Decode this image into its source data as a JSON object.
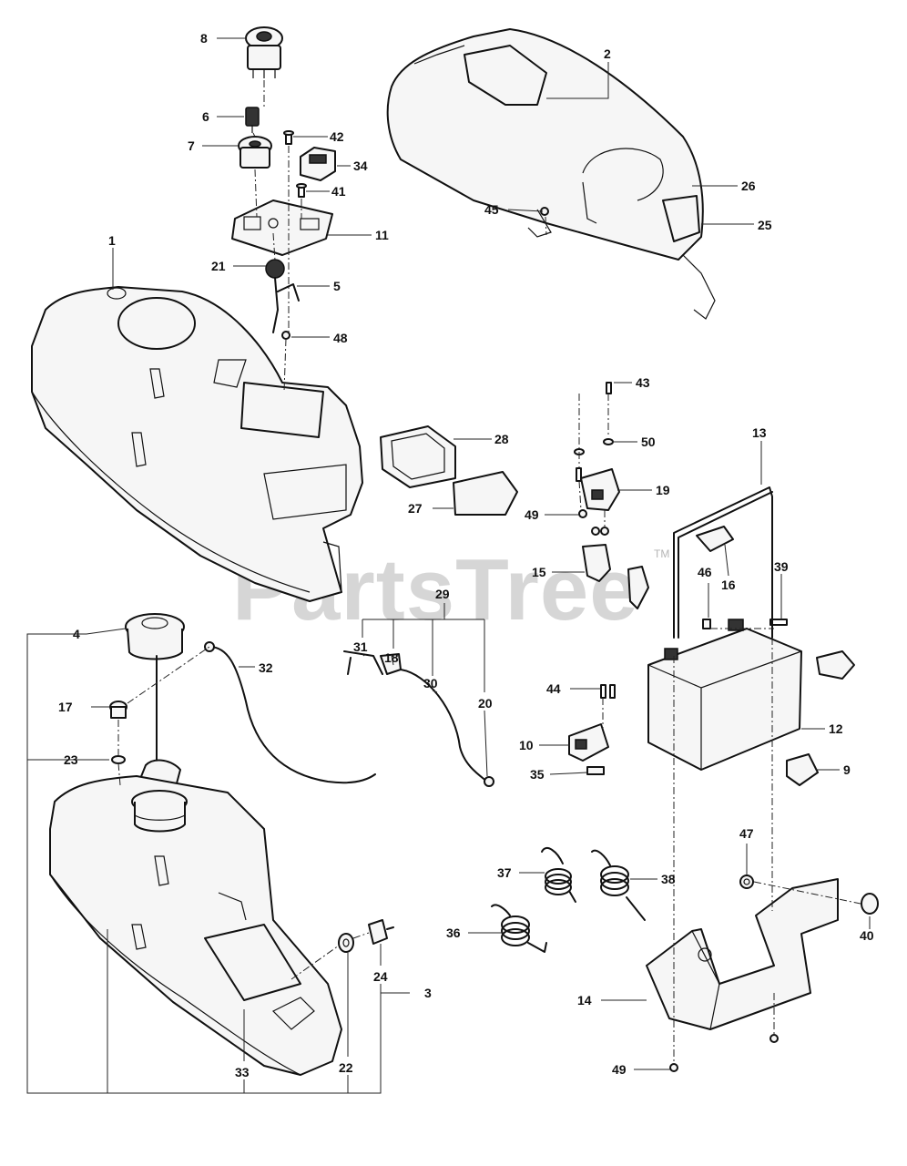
{
  "watermark": {
    "text": "PartsTree",
    "trademark": "TM"
  },
  "callouts": [
    {
      "id": "c1",
      "label": "1"
    },
    {
      "id": "c2",
      "label": "2"
    },
    {
      "id": "c3",
      "label": "3"
    },
    {
      "id": "c4",
      "label": "4"
    },
    {
      "id": "c5",
      "label": "5"
    },
    {
      "id": "c6",
      "label": "6"
    },
    {
      "id": "c7",
      "label": "7"
    },
    {
      "id": "c8",
      "label": "8"
    },
    {
      "id": "c9",
      "label": "9"
    },
    {
      "id": "c10",
      "label": "10"
    },
    {
      "id": "c11",
      "label": "11"
    },
    {
      "id": "c12",
      "label": "12"
    },
    {
      "id": "c13",
      "label": "13"
    },
    {
      "id": "c14",
      "label": "14"
    },
    {
      "id": "c15",
      "label": "15"
    },
    {
      "id": "c16",
      "label": "16"
    },
    {
      "id": "c17",
      "label": "17"
    },
    {
      "id": "c18",
      "label": "18"
    },
    {
      "id": "c20",
      "label": "20"
    },
    {
      "id": "c21",
      "label": "21"
    },
    {
      "id": "c22",
      "label": "22"
    },
    {
      "id": "c23",
      "label": "23"
    },
    {
      "id": "c24",
      "label": "24"
    },
    {
      "id": "c25",
      "label": "25"
    },
    {
      "id": "c26",
      "label": "26"
    },
    {
      "id": "c27",
      "label": "27"
    },
    {
      "id": "c28",
      "label": "28"
    },
    {
      "id": "c29",
      "label": "29"
    },
    {
      "id": "c30",
      "label": "30"
    },
    {
      "id": "c31",
      "label": "31"
    },
    {
      "id": "c32",
      "label": "32"
    },
    {
      "id": "c33",
      "label": "33"
    },
    {
      "id": "c34",
      "label": "34"
    },
    {
      "id": "c35",
      "label": "35"
    },
    {
      "id": "c36",
      "label": "36"
    },
    {
      "id": "c37",
      "label": "37"
    },
    {
      "id": "c38",
      "label": "38"
    },
    {
      "id": "c39",
      "label": "39"
    },
    {
      "id": "c40",
      "label": "40"
    },
    {
      "id": "c41",
      "label": "41"
    },
    {
      "id": "c42",
      "label": "42"
    },
    {
      "id": "c43",
      "label": "43"
    },
    {
      "id": "c44",
      "label": "44"
    },
    {
      "id": "c45",
      "label": "45"
    },
    {
      "id": "c46",
      "label": "46"
    },
    {
      "id": "c47",
      "label": "47"
    },
    {
      "id": "c48",
      "label": "48"
    },
    {
      "id": "c49a",
      "label": "49"
    },
    {
      "id": "c49b",
      "label": "49"
    },
    {
      "id": "c50",
      "label": "50"
    },
    {
      "id": "c19",
      "label": "19"
    }
  ]
}
